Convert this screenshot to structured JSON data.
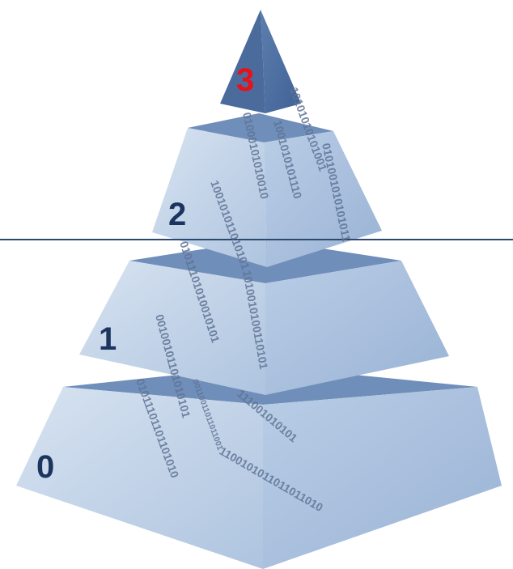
{
  "levels": [
    {
      "label": "0",
      "color": "#1c355e"
    },
    {
      "label": "1",
      "color": "#1c355e"
    },
    {
      "label": "2",
      "color": "#1c355e"
    },
    {
      "label": "3",
      "color": "#e8111a"
    }
  ],
  "binary_text": [
    "0101001010101011",
    "1001010101110",
    "10101010101001",
    "01000101010010",
    "100101011010101",
    "01011101010010101",
    "00100101101010101",
    "1010010100110101",
    "01011101101101010",
    "00110011011011001",
    "111001010101",
    "1100101011011011010"
  ],
  "colors": {
    "divider_line": "#2c4a6e",
    "face_light": "#c9d9ec",
    "face_mid": "#a8bfdd",
    "face_top": "#6f8eba",
    "face_dark": "#5577a5"
  }
}
